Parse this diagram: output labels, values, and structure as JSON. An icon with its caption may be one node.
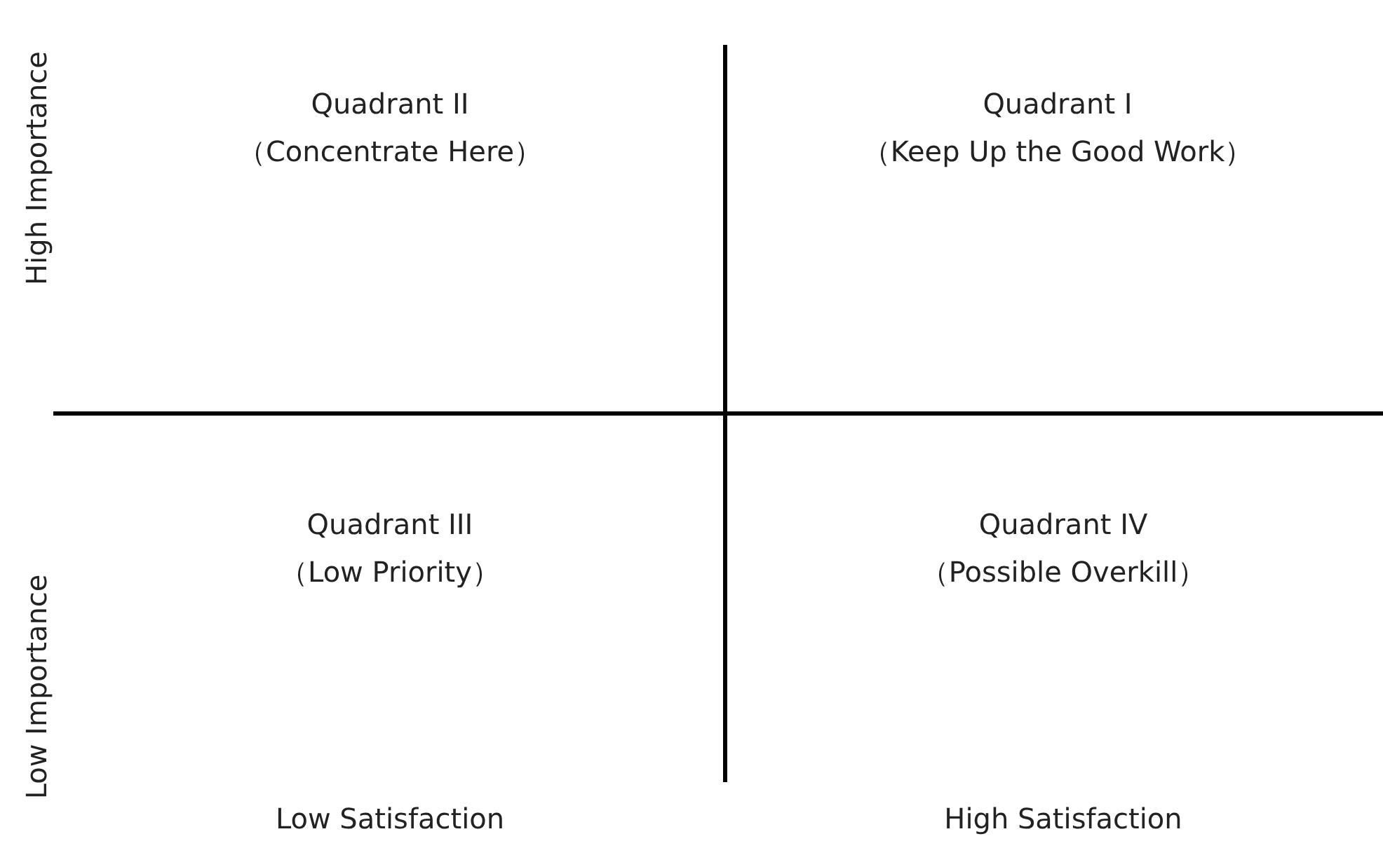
{
  "diagram": {
    "labels": [
      "High Importance",
      "Quadrant II",
      "（Concentrate Here）",
      "Quadrant I",
      "（Keep Up the Good Work）",
      "Low Importance",
      "Quadrant III",
      "（Low Priority）",
      "Quadrant IV",
      "（Possible Overkill）",
      "Low Satisfaction",
      "High Satisfaction"
    ]
  }
}
